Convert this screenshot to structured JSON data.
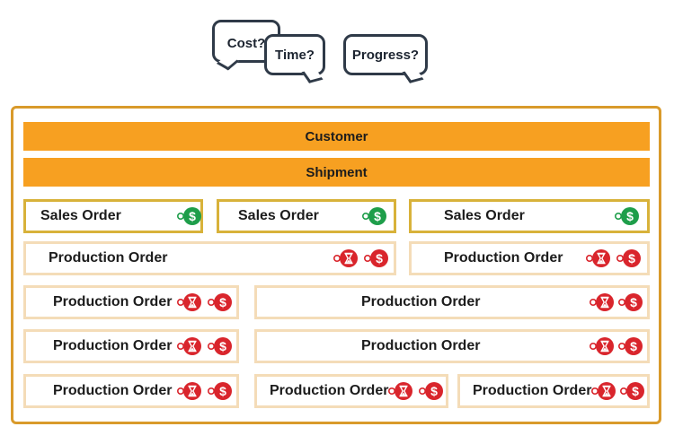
{
  "bubbles": {
    "cost": "Cost?",
    "time": "Time?",
    "progress": "Progress?"
  },
  "bars": {
    "customer": "Customer",
    "shipment": "Shipment"
  },
  "sales_orders": [
    "Sales Order",
    "Sales Order",
    "Sales Order"
  ],
  "production_orders": [
    "Production Order",
    "Production Order",
    "Production Order",
    "Production Order",
    "Production Order",
    "Production Order",
    "Production Order",
    "Production Order",
    "Production Order"
  ],
  "icons": {
    "dollar": "dollar-icon",
    "hourglass": "hourglass-icon"
  },
  "colors": {
    "orange": "#f7a021",
    "frame": "#d99a2b",
    "green": "#1e9e4a",
    "red": "#d9252c"
  }
}
